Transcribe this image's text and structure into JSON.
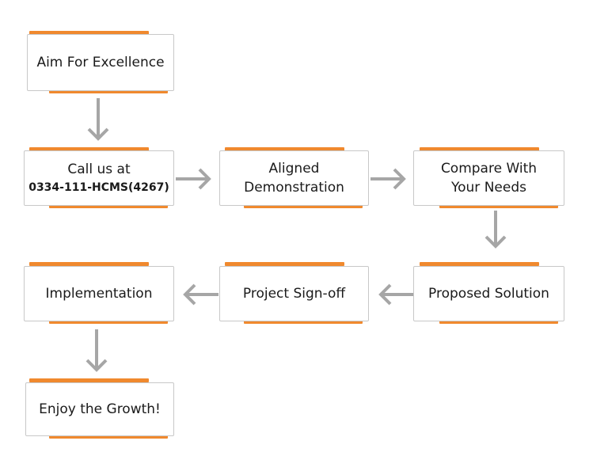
{
  "steps": {
    "aim": "Aim For Excellence",
    "call_line1": "Call us at",
    "call_line2": "0334-111-HCMS(4267)",
    "aligned_line1": "Aligned",
    "aligned_line2": "Demonstration",
    "compare_line1": "Compare With",
    "compare_line2": "Your Needs",
    "implementation": "Implementation",
    "signoff": "Project Sign-off",
    "proposed": "Proposed Solution",
    "enjoy": "Enjoy the Growth!"
  },
  "colors": {
    "accent": "#f0892e",
    "border": "#c8c8c8",
    "arrow": "#a6a6a6",
    "text": "#1a1a1a"
  }
}
